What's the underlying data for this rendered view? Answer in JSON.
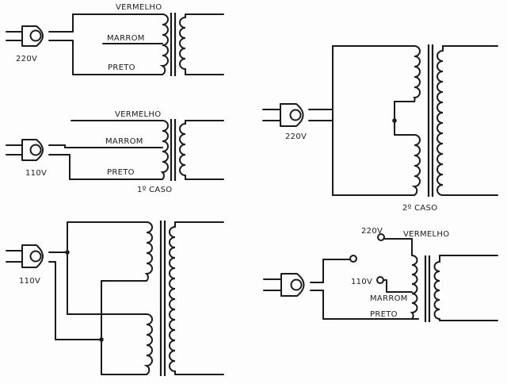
{
  "diagram1": {
    "voltage": "220V",
    "top_wire": "VERMELHO",
    "mid_wire": "MARROM",
    "bot_wire": "PRETO"
  },
  "diagram2": {
    "voltage": "110V",
    "top_wire": "VERMELHO",
    "mid_wire": "MARROM",
    "bot_wire": "PRETO",
    "caption": "1º CASO"
  },
  "diagram3": {
    "voltage": "110V"
  },
  "diagram4": {
    "voltage": "220V",
    "caption": "2º CASO"
  },
  "diagram5": {
    "voltage_high": "220V",
    "voltage_low": "110V",
    "top_wire": "VERMELHO",
    "mid_wire": "MARROM",
    "bot_wire": "PRETO"
  }
}
